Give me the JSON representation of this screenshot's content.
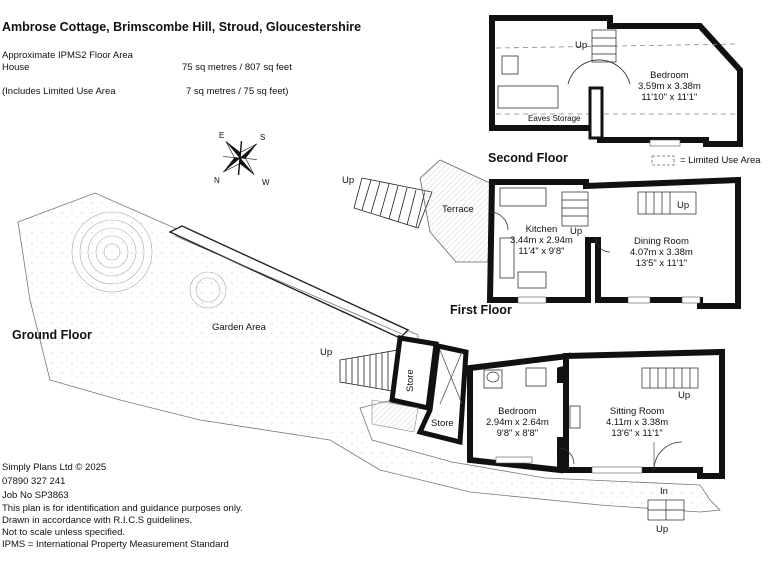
{
  "title": "Ambrose Cottage, Brimscombe Hill, Stroud, Gloucestershire",
  "area": {
    "heading": "Approximate IPMS2 Floor Area",
    "house_label": "House",
    "house_value": "75 sq metres /  807 sq feet",
    "limited_label": "(Includes Limited Use Area",
    "limited_value": "7 sq metres /   75 sq feet)"
  },
  "compass": {
    "n": "N",
    "e": "E",
    "s": "S",
    "w": "W"
  },
  "floors": {
    "second": "Second Floor",
    "first": "First Floor",
    "ground": "Ground Floor"
  },
  "legend": {
    "limited_use": "= Limited Use Area"
  },
  "rooms": {
    "second_bedroom": {
      "name": "Bedroom",
      "metric": "3.59m x 3.38m",
      "imperial": "11'10\" x 11'1\""
    },
    "kitchen": {
      "name": "Kitchen",
      "metric": "3.44m x 2.94m",
      "imperial": "11'4\" x 9'8\""
    },
    "dining": {
      "name": "Dining Room",
      "metric": "4.07m x 3.38m",
      "imperial": "13'5\" x 11'1\""
    },
    "ground_bedroom": {
      "name": "Bedroom",
      "metric": "2.94m x 2.64m",
      "imperial": "9'8\" x 8'8\""
    },
    "sitting": {
      "name": "Sitting Room",
      "metric": "4.11m x 3.38m",
      "imperial": "13'6\" x 11'1\""
    }
  },
  "labels": {
    "eaves": "Eaves Storage",
    "terrace": "Terrace",
    "garden": "Garden Area",
    "store_vertical": "Store",
    "store": "Store",
    "up": "Up",
    "in": "In"
  },
  "footer": [
    "Simply Plans Ltd © 2025",
    "07890 327 241",
    "Job No SP3863",
    "This plan is for identification and guidance purposes only.",
    "Drawn in accordance with R.I.C.S guidelines.",
    "Not to scale unless specified.",
    "IPMS = International Property Measurement Standard"
  ]
}
